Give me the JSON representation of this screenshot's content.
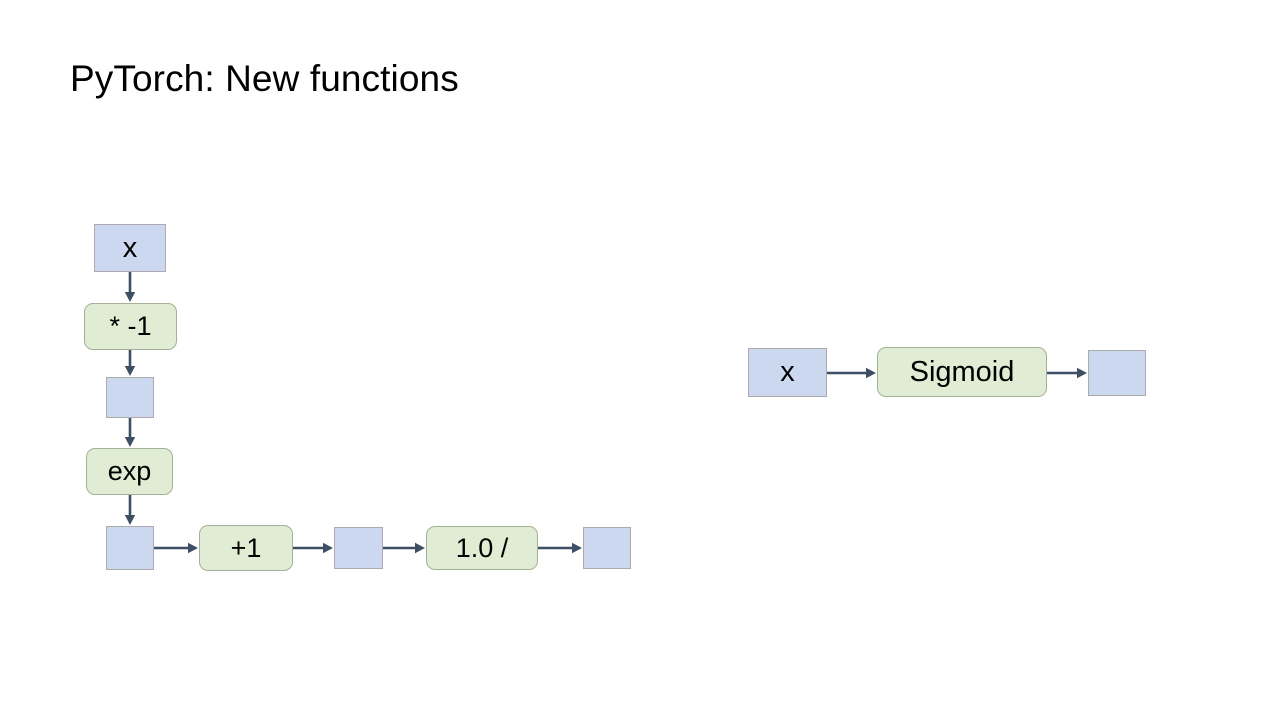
{
  "slide": {
    "title": "PyTorch: New functions",
    "background_color": "#FFFFFF"
  },
  "palette": {
    "variable_fill": "#CCD8F0",
    "variable_border": "#ABABAB",
    "operation_fill": "#E0ECD3",
    "operation_border": "#A3B296",
    "arrow_color": "#3F4F63",
    "text_color": "#000000"
  },
  "diagrams": {
    "manual_sigmoid": {
      "name": "manual-sigmoid-graph",
      "nodes": [
        {
          "id": "in-x",
          "label": "x",
          "kind": "variable"
        },
        {
          "id": "op-neg",
          "label": "* -1",
          "kind": "operation"
        },
        {
          "id": "tmp-1",
          "label": "",
          "kind": "variable"
        },
        {
          "id": "op-exp",
          "label": "exp",
          "kind": "operation"
        },
        {
          "id": "tmp-2",
          "label": "",
          "kind": "variable"
        },
        {
          "id": "op-plus1",
          "label": "+1",
          "kind": "operation"
        },
        {
          "id": "tmp-3",
          "label": "",
          "kind": "variable"
        },
        {
          "id": "op-recip",
          "label": "1.0 /",
          "kind": "operation"
        },
        {
          "id": "out",
          "label": "",
          "kind": "variable"
        }
      ],
      "edges": [
        {
          "from": "in-x",
          "to": "op-neg",
          "direction": "down"
        },
        {
          "from": "op-neg",
          "to": "tmp-1",
          "direction": "down"
        },
        {
          "from": "tmp-1",
          "to": "op-exp",
          "direction": "down"
        },
        {
          "from": "op-exp",
          "to": "tmp-2",
          "direction": "down"
        },
        {
          "from": "tmp-2",
          "to": "op-plus1",
          "direction": "right"
        },
        {
          "from": "op-plus1",
          "to": "tmp-3",
          "direction": "right"
        },
        {
          "from": "tmp-3",
          "to": "op-recip",
          "direction": "right"
        },
        {
          "from": "op-recip",
          "to": "out",
          "direction": "right"
        }
      ]
    },
    "builtin_sigmoid": {
      "name": "builtin-sigmoid-graph",
      "nodes": [
        {
          "id": "in-x",
          "label": "x",
          "kind": "variable"
        },
        {
          "id": "op-sig",
          "label": "Sigmoid",
          "kind": "operation"
        },
        {
          "id": "out",
          "label": "",
          "kind": "variable"
        }
      ],
      "edges": [
        {
          "from": "in-x",
          "to": "op-sig",
          "direction": "right"
        },
        {
          "from": "op-sig",
          "to": "out",
          "direction": "right"
        }
      ]
    }
  }
}
